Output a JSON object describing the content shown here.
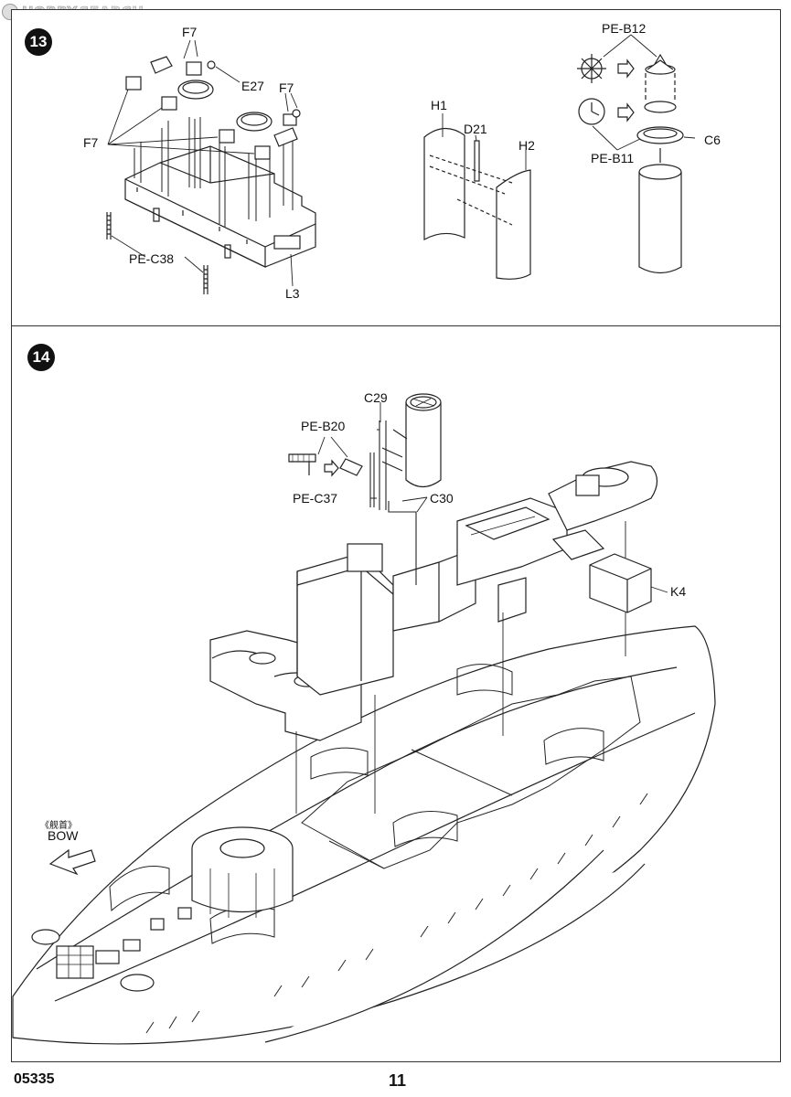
{
  "watermark": {
    "logo": "HOBBY",
    "text": "SEARCH"
  },
  "step13": {
    "number": "13",
    "labels": {
      "f7_top": "F7",
      "e27": "E27",
      "f7_right": "F7",
      "f7_left": "F7",
      "pe_c38": "PE-C38",
      "l3": "L3",
      "h1": "H1",
      "d21": "D21",
      "h2": "H2",
      "pe_b12": "PE-B12",
      "c6": "C6",
      "pe_b11": "PE-B11"
    }
  },
  "step14": {
    "number": "14",
    "labels": {
      "c29": "C29",
      "pe_b20": "PE-B20",
      "pe_c37": "PE-C37",
      "c30": "C30",
      "k4": "K4",
      "bow_cn": "《舰首》",
      "bow": "BOW"
    }
  },
  "footer": {
    "code": "05335",
    "page": "11"
  }
}
